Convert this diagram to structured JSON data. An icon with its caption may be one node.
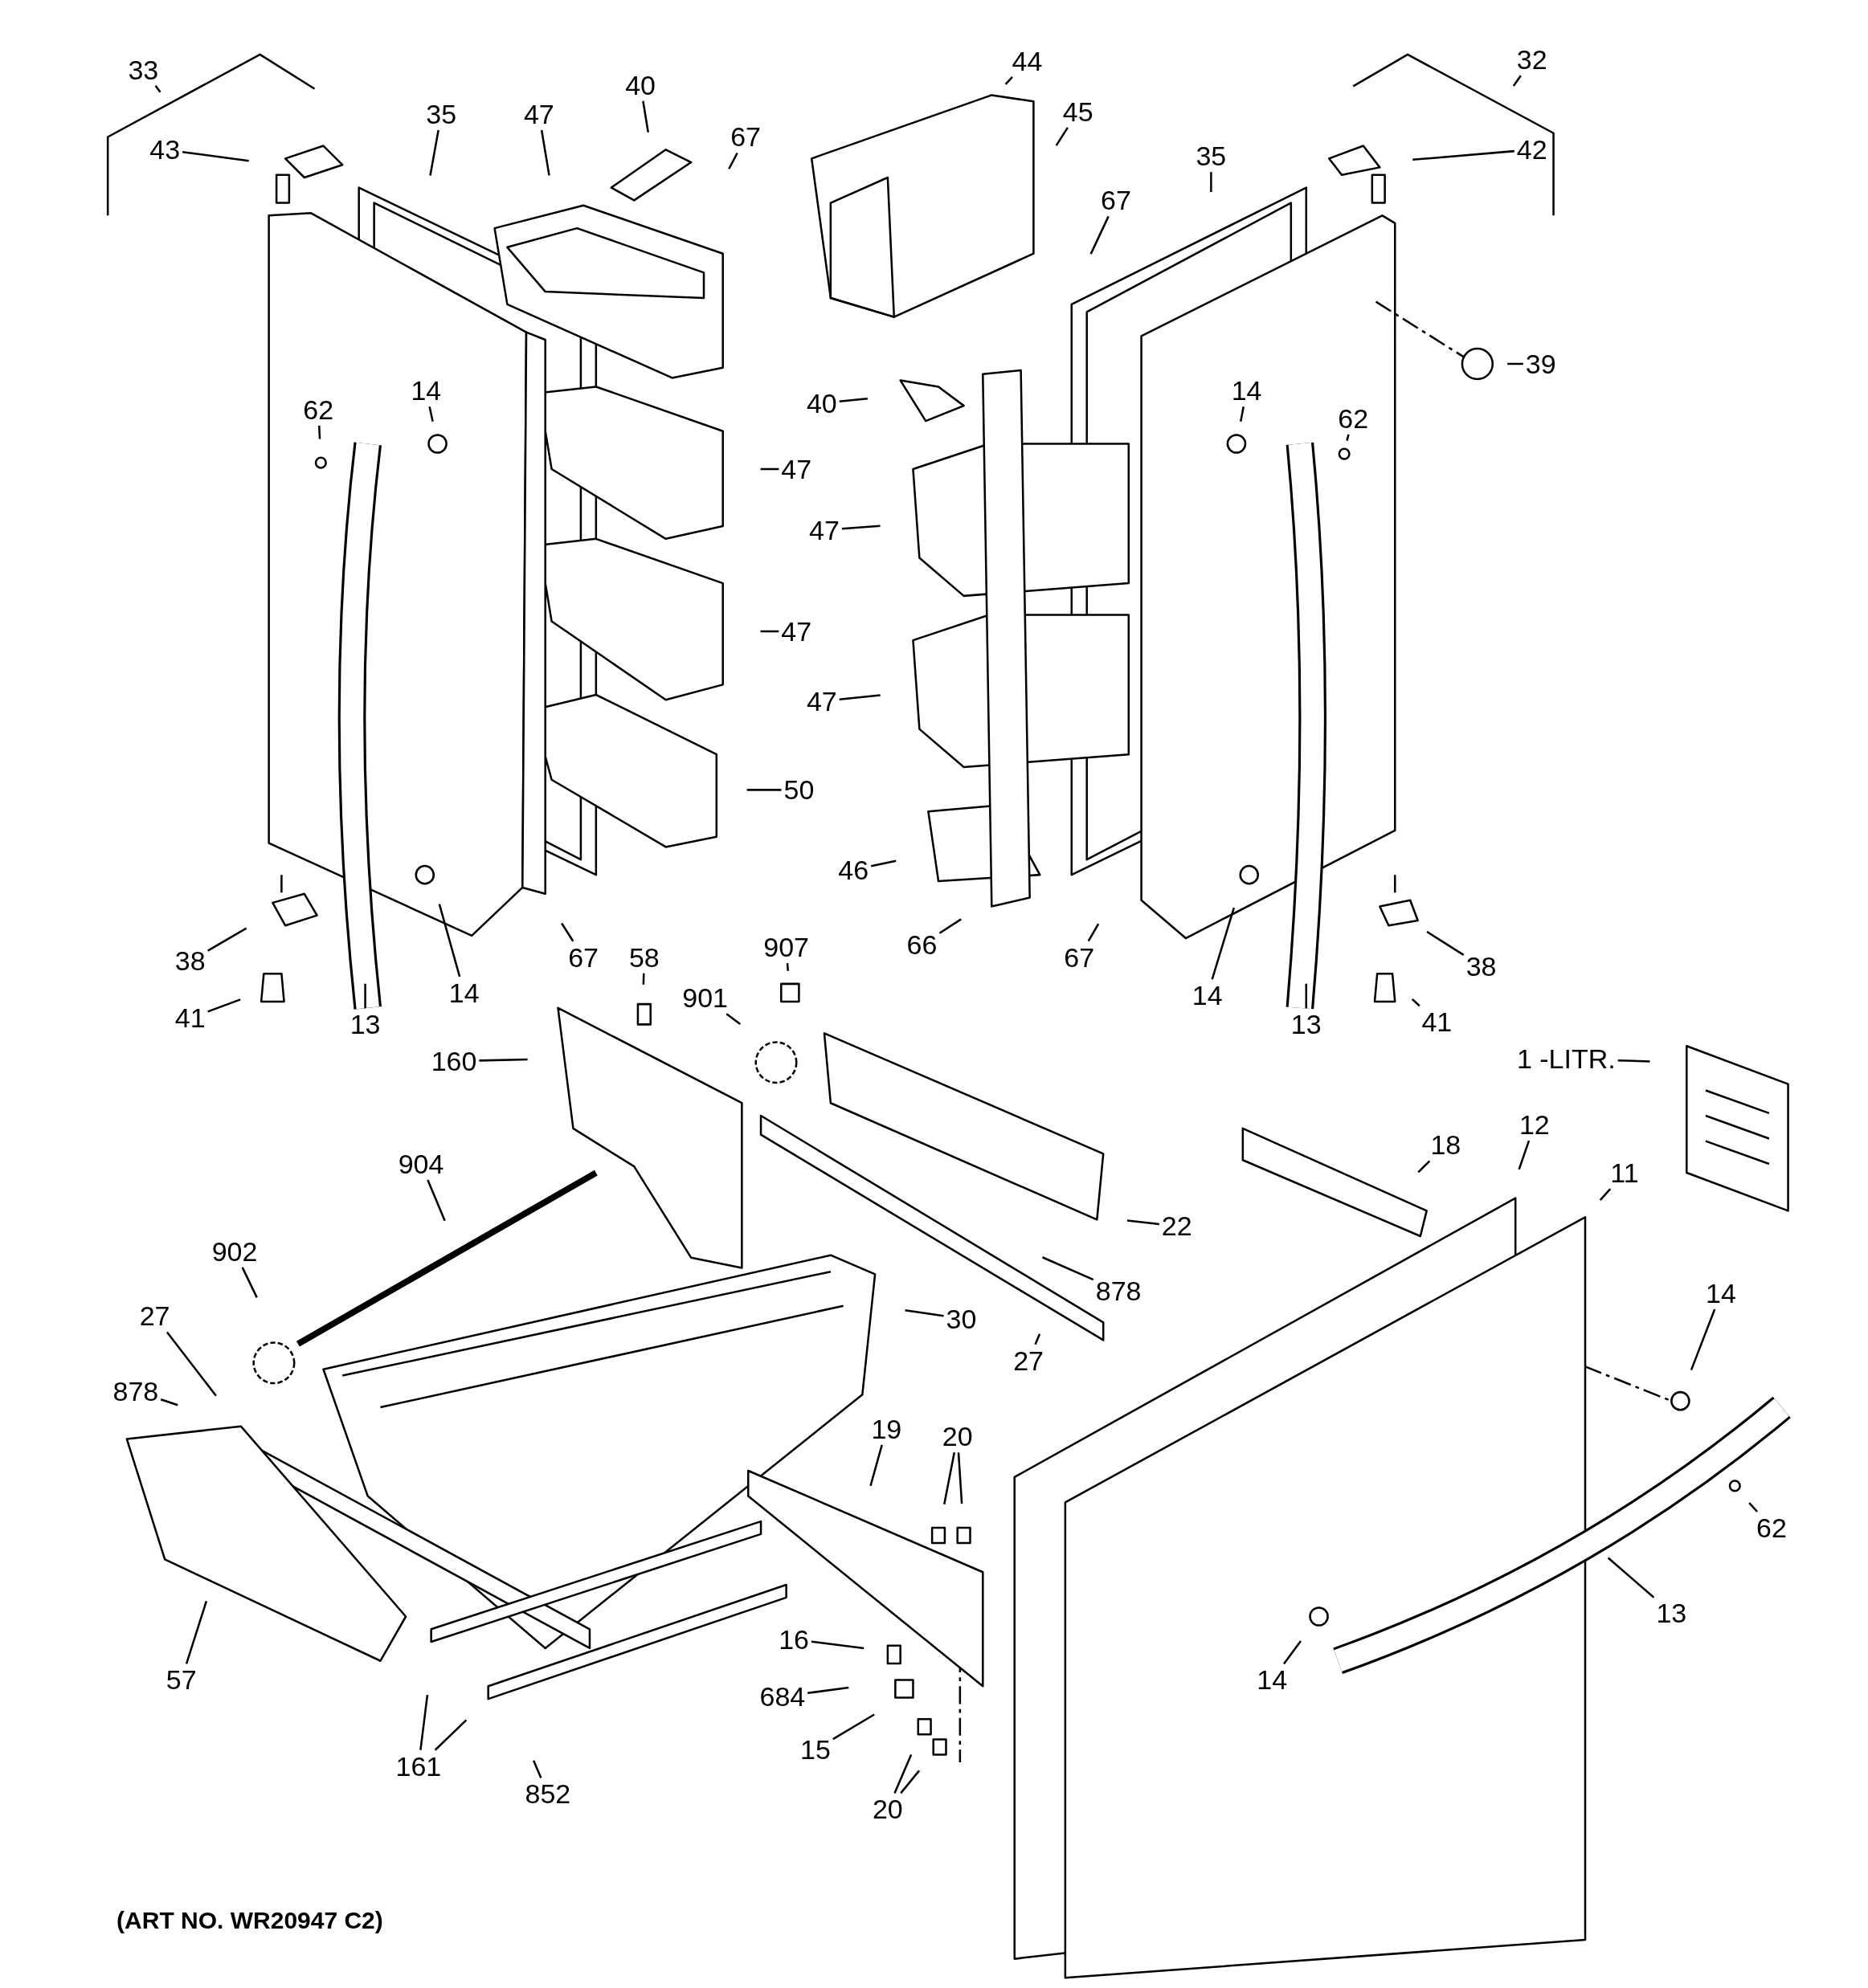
{
  "diagram": {
    "nodes": [
      {
        "text": [
          "33"
        ]
      },
      {
        "text": [
          "43"
        ]
      },
      {
        "text": [
          "35"
        ]
      },
      {
        "text": [
          "47"
        ]
      },
      {
        "text": [
          "40"
        ]
      },
      {
        "text": [
          "67"
        ]
      },
      {
        "text": [
          "44"
        ]
      },
      {
        "text": [
          "45"
        ]
      },
      {
        "text": [
          "35"
        ]
      },
      {
        "text": [
          "67"
        ]
      },
      {
        "text": [
          "32"
        ]
      },
      {
        "text": [
          "42"
        ]
      },
      {
        "text": [
          "39"
        ]
      },
      {
        "text": [
          "62"
        ]
      },
      {
        "text": [
          "14"
        ]
      },
      {
        "text": [
          "40"
        ]
      },
      {
        "text": [
          "14"
        ]
      },
      {
        "text": [
          "62"
        ]
      },
      {
        "text": [
          "47"
        ]
      },
      {
        "text": [
          "47"
        ]
      },
      {
        "text": [
          "47"
        ]
      },
      {
        "text": [
          "47"
        ]
      },
      {
        "text": [
          "50"
        ]
      },
      {
        "text": [
          "46"
        ]
      },
      {
        "text": [
          "66"
        ]
      },
      {
        "text": [
          "38"
        ]
      },
      {
        "text": [
          "67"
        ]
      },
      {
        "text": [
          "58"
        ]
      },
      {
        "text": [
          "907"
        ]
      },
      {
        "text": [
          "67"
        ]
      },
      {
        "text": [
          "38"
        ]
      },
      {
        "text": [
          "14"
        ]
      },
      {
        "text": [
          "901"
        ]
      },
      {
        "text": [
          "13"
        ]
      },
      {
        "text": [
          "41"
        ]
      },
      {
        "text": [
          "14"
        ]
      },
      {
        "text": [
          "13"
        ]
      },
      {
        "text": [
          "41"
        ]
      },
      {
        "text": [
          "160"
        ]
      },
      {
        "text": [
          "1 -LITR."
        ]
      },
      {
        "text": [
          "18"
        ]
      },
      {
        "text": [
          "12"
        ]
      },
      {
        "text": [
          "11"
        ]
      },
      {
        "text": [
          "904"
        ]
      },
      {
        "text": [
          "22"
        ]
      },
      {
        "text": [
          "902"
        ]
      },
      {
        "text": [
          "878"
        ]
      },
      {
        "text": [
          "14"
        ]
      },
      {
        "text": [
          "27"
        ]
      },
      {
        "text": [
          "30"
        ]
      },
      {
        "text": [
          "27"
        ]
      },
      {
        "text": [
          "878"
        ]
      },
      {
        "text": [
          "19"
        ]
      },
      {
        "text": [
          "20"
        ]
      },
      {
        "text": [
          "62"
        ]
      },
      {
        "text": [
          "13"
        ]
      },
      {
        "text": [
          "16"
        ]
      },
      {
        "text": [
          "57"
        ]
      },
      {
        "text": [
          "14"
        ]
      },
      {
        "text": [
          "684"
        ]
      },
      {
        "text": [
          "15"
        ]
      },
      {
        "text": [
          "161"
        ]
      },
      {
        "text": [
          "852"
        ]
      },
      {
        "text": [
          "20"
        ]
      }
    ],
    "edges": [
      {
        "from": 0,
        "to": null,
        "arrow": "none"
      },
      {
        "from": 1,
        "to": null,
        "arrow": "none"
      },
      {
        "from": 2,
        "to": null,
        "arrow": "none"
      },
      {
        "from": 3,
        "to": null,
        "arrow": "none"
      },
      {
        "from": 4,
        "to": null,
        "arrow": "none"
      },
      {
        "from": 5,
        "to": null,
        "arrow": "none"
      },
      {
        "from": 6,
        "to": null,
        "arrow": "none"
      },
      {
        "from": 7,
        "to": null,
        "arrow": "none"
      },
      {
        "from": 8,
        "to": null,
        "arrow": "none"
      },
      {
        "from": 9,
        "to": null,
        "arrow": "none"
      },
      {
        "from": 10,
        "to": null,
        "arrow": "none"
      },
      {
        "from": 11,
        "to": null,
        "arrow": "none"
      },
      {
        "from": 12,
        "to": null,
        "arrow": "none"
      },
      {
        "from": 13,
        "to": null,
        "arrow": "none"
      },
      {
        "from": 14,
        "to": null,
        "arrow": "none"
      },
      {
        "from": 15,
        "to": null,
        "arrow": "none"
      },
      {
        "from": 16,
        "to": null,
        "arrow": "none"
      },
      {
        "from": 17,
        "to": null,
        "arrow": "none"
      },
      {
        "from": 18,
        "to": null,
        "arrow": "none"
      },
      {
        "from": 19,
        "to": null,
        "arrow": "none"
      },
      {
        "from": 20,
        "to": null,
        "arrow": "none"
      },
      {
        "from": 21,
        "to": null,
        "arrow": "none"
      },
      {
        "from": 22,
        "to": null,
        "arrow": "none"
      },
      {
        "from": 23,
        "to": null,
        "arrow": "none"
      },
      {
        "from": 24,
        "to": null,
        "arrow": "none"
      },
      {
        "from": 25,
        "to": null,
        "arrow": "none"
      },
      {
        "from": 26,
        "to": null,
        "arrow": "none"
      },
      {
        "from": 27,
        "to": null,
        "arrow": "none"
      },
      {
        "from": 28,
        "to": null,
        "arrow": "none"
      },
      {
        "from": 29,
        "to": null,
        "arrow": "none"
      },
      {
        "from": 30,
        "to": null,
        "arrow": "none"
      },
      {
        "from": 31,
        "to": null,
        "arrow": "none"
      },
      {
        "from": 32,
        "to": null,
        "arrow": "none"
      },
      {
        "from": 33,
        "to": null,
        "arrow": "none"
      },
      {
        "from": 34,
        "to": null,
        "arrow": "none"
      },
      {
        "from": 35,
        "to": null,
        "arrow": "none"
      },
      {
        "from": 36,
        "to": null,
        "arrow": "none"
      },
      {
        "from": 37,
        "to": null,
        "arrow": "none"
      },
      {
        "from": 38,
        "to": null,
        "arrow": "none"
      },
      {
        "from": 39,
        "to": null,
        "arrow": "none"
      },
      {
        "from": 40,
        "to": null,
        "arrow": "none"
      },
      {
        "from": 41,
        "to": null,
        "arrow": "none"
      },
      {
        "from": 42,
        "to": null,
        "arrow": "none"
      },
      {
        "from": 43,
        "to": null,
        "arrow": "none"
      },
      {
        "from": 44,
        "to": null,
        "arrow": "none"
      },
      {
        "from": 45,
        "to": null,
        "arrow": "none"
      },
      {
        "from": 46,
        "to": null,
        "arrow": "none"
      },
      {
        "from": 47,
        "to": null,
        "arrow": "none"
      },
      {
        "from": 48,
        "to": null,
        "arrow": "none"
      },
      {
        "from": 49,
        "to": null,
        "arrow": "none"
      },
      {
        "from": 50,
        "to": null,
        "arrow": "none"
      },
      {
        "from": 51,
        "to": null,
        "arrow": "none"
      },
      {
        "from": 52,
        "to": null,
        "arrow": "none"
      },
      {
        "from": 53,
        "to": null,
        "arrow": "none"
      },
      {
        "from": 53,
        "to": null,
        "arrow": "none"
      },
      {
        "from": 54,
        "to": null,
        "arrow": "none"
      },
      {
        "from": 55,
        "to": null,
        "arrow": "none"
      },
      {
        "from": 56,
        "to": null,
        "arrow": "none"
      },
      {
        "from": 57,
        "to": null,
        "arrow": "none"
      },
      {
        "from": 58,
        "to": null,
        "arrow": "none"
      },
      {
        "from": 59,
        "to": null,
        "arrow": "none"
      },
      {
        "from": 60,
        "to": null,
        "arrow": "none"
      },
      {
        "from": 61,
        "to": null,
        "arrow": "none"
      },
      {
        "from": 61,
        "to": null,
        "arrow": "none"
      },
      {
        "from": 62,
        "to": null,
        "arrow": "none"
      },
      {
        "from": 63,
        "to": null,
        "arrow": "none"
      },
      {
        "from": 63,
        "to": null,
        "arrow": "none"
      }
    ],
    "labels": [
      "(ART NO. WR20947 C2)"
    ]
  }
}
